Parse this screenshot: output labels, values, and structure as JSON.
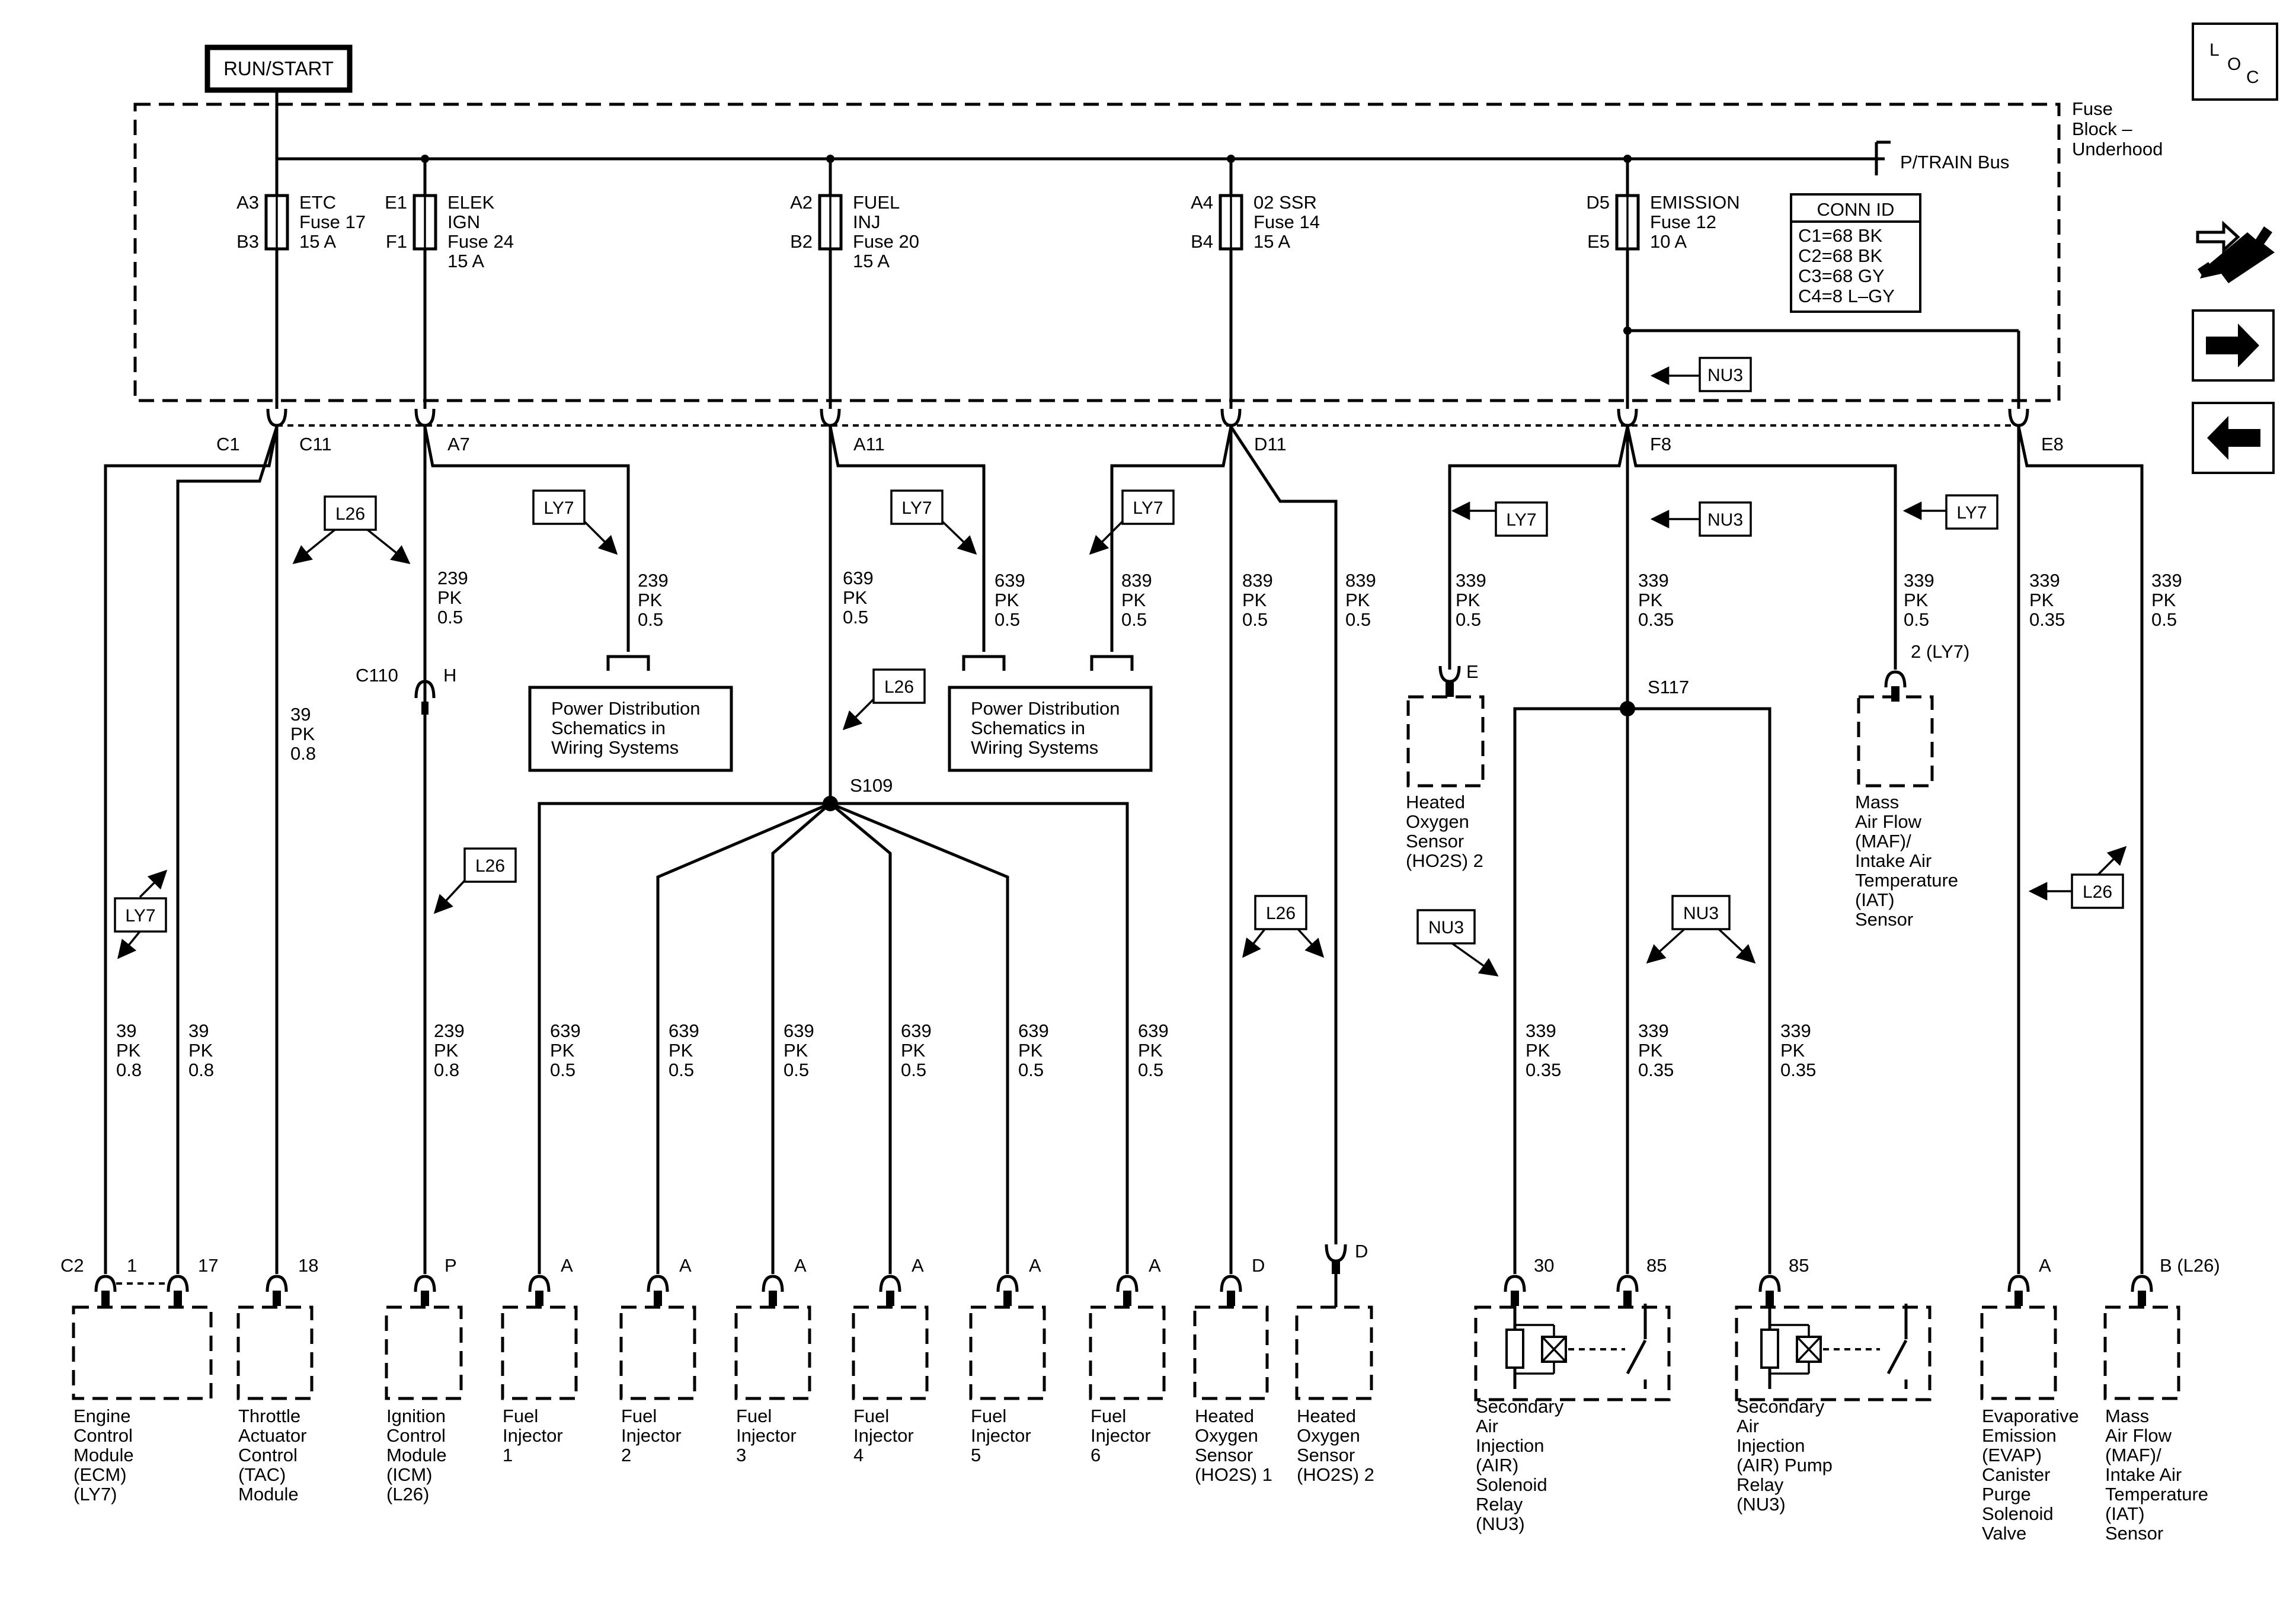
{
  "power_source": "RUN/START",
  "fuse_block_label": [
    "Fuse",
    "Block –",
    "Underhood"
  ],
  "bus_label": "P/TRAIN Bus",
  "loc_icon": [
    "L",
    "O",
    "C"
  ],
  "conn_id": {
    "title": "CONN ID",
    "lines": [
      "C1=68 BK",
      "C2=68 BK",
      "C3=68 GY",
      "C4=8 L–GY"
    ]
  },
  "fuses": [
    {
      "top_pin": "A3",
      "bottom_pin": "B3",
      "name": [
        "ETC",
        "Fuse 17",
        "15 A"
      ]
    },
    {
      "top_pin": "E1",
      "bottom_pin": "F1",
      "name": [
        "ELEK",
        "IGN",
        "Fuse 24",
        "15 A"
      ]
    },
    {
      "top_pin": "A2",
      "bottom_pin": "B2",
      "name": [
        "FUEL",
        "INJ",
        "Fuse 20",
        "15 A"
      ]
    },
    {
      "top_pin": "A4",
      "bottom_pin": "B4",
      "name": [
        "02 SSR",
        "Fuse 14",
        "15 A"
      ]
    },
    {
      "top_pin": "D5",
      "bottom_pin": "E5",
      "name": [
        "EMISSION",
        "Fuse 12",
        "10 A"
      ]
    }
  ],
  "connectors": [
    "C1",
    "C11",
    "A7",
    "A11",
    "D11",
    "F8",
    "E8"
  ],
  "option_tags": {
    "ly7": "LY7",
    "l26": "L26",
    "nu3": "NU3"
  },
  "splices": {
    "s109": "S109",
    "s117": "S117"
  },
  "inline_connector": {
    "name": "C110",
    "pin": "H"
  },
  "power_dist_ref": [
    "Power Distribution",
    "Schematics in",
    "Wiring Systems"
  ],
  "wires": {
    "w39_08": [
      "39",
      "PK",
      "0.8"
    ],
    "w239_08": [
      "239",
      "PK",
      "0.8"
    ],
    "w239_05": [
      "239",
      "PK",
      "0.5"
    ],
    "w639_05": [
      "639",
      "PK",
      "0.5"
    ],
    "w839_05": [
      "839",
      "PK",
      "0.5"
    ],
    "w339_05": [
      "339",
      "PK",
      "0.5"
    ],
    "w339_035": [
      "339",
      "PK",
      "0.35"
    ]
  },
  "ho2s_top": {
    "pin": "E",
    "name": [
      "Heated",
      "Oxygen",
      "Sensor",
      "(HO2S) 2"
    ]
  },
  "maf_top": {
    "pin": "2 (LY7)",
    "name": [
      "Mass",
      "Air Flow",
      "(MAF)/",
      "Intake Air",
      "Temperature",
      "(IAT)",
      "Sensor"
    ]
  },
  "components": [
    {
      "pins": [
        "C2",
        "1",
        "17"
      ],
      "name": [
        "Engine",
        "Control",
        "Module",
        "(ECM)",
        "(LY7)"
      ]
    },
    {
      "pins": [
        "18"
      ],
      "name": [
        "Throttle",
        "Actuator",
        "Control",
        "(TAC)",
        "Module"
      ]
    },
    {
      "pins": [
        "P"
      ],
      "name": [
        "Ignition",
        "Control",
        "Module",
        "(ICM)",
        "(L26)"
      ]
    },
    {
      "pins": [
        "A"
      ],
      "name": [
        "Fuel",
        "Injector",
        "1"
      ]
    },
    {
      "pins": [
        "A"
      ],
      "name": [
        "Fuel",
        "Injector",
        "2"
      ]
    },
    {
      "pins": [
        "A"
      ],
      "name": [
        "Fuel",
        "Injector",
        "3"
      ]
    },
    {
      "pins": [
        "A"
      ],
      "name": [
        "Fuel",
        "Injector",
        "4"
      ]
    },
    {
      "pins": [
        "A"
      ],
      "name": [
        "Fuel",
        "Injector",
        "5"
      ]
    },
    {
      "pins": [
        "A"
      ],
      "name": [
        "Fuel",
        "Injector",
        "6"
      ]
    },
    {
      "pins": [
        "D"
      ],
      "name": [
        "Heated",
        "Oxygen",
        "Sensor",
        "(HO2S) 1"
      ]
    },
    {
      "pins": [
        "D"
      ],
      "name": [
        "Heated",
        "Oxygen",
        "Sensor",
        "(HO2S) 2"
      ]
    },
    {
      "pins": [
        "30",
        "85"
      ],
      "name": [
        "Secondary",
        "Air",
        "Injection",
        "(AIR)",
        "Solenoid",
        "Relay",
        "(NU3)"
      ]
    },
    {
      "pins": [
        "85"
      ],
      "name": [
        "Secondary",
        "Air",
        "Injection",
        "(AIR) Pump",
        "Relay",
        "(NU3)"
      ]
    },
    {
      "pins": [
        "A"
      ],
      "name": [
        "Evaporative",
        "Emission",
        "(EVAP)",
        "Canister",
        "Purge",
        "Solenoid",
        "Valve"
      ]
    },
    {
      "pins": [
        "B (L26)"
      ],
      "name": [
        "Mass",
        "Air Flow",
        "(MAF)/",
        "Intake Air",
        "Temperature",
        "(IAT)",
        "Sensor"
      ]
    }
  ],
  "side_icons": [
    "loc-icon",
    "tools-icon",
    "next-arrow-icon",
    "previous-arrow-icon"
  ]
}
